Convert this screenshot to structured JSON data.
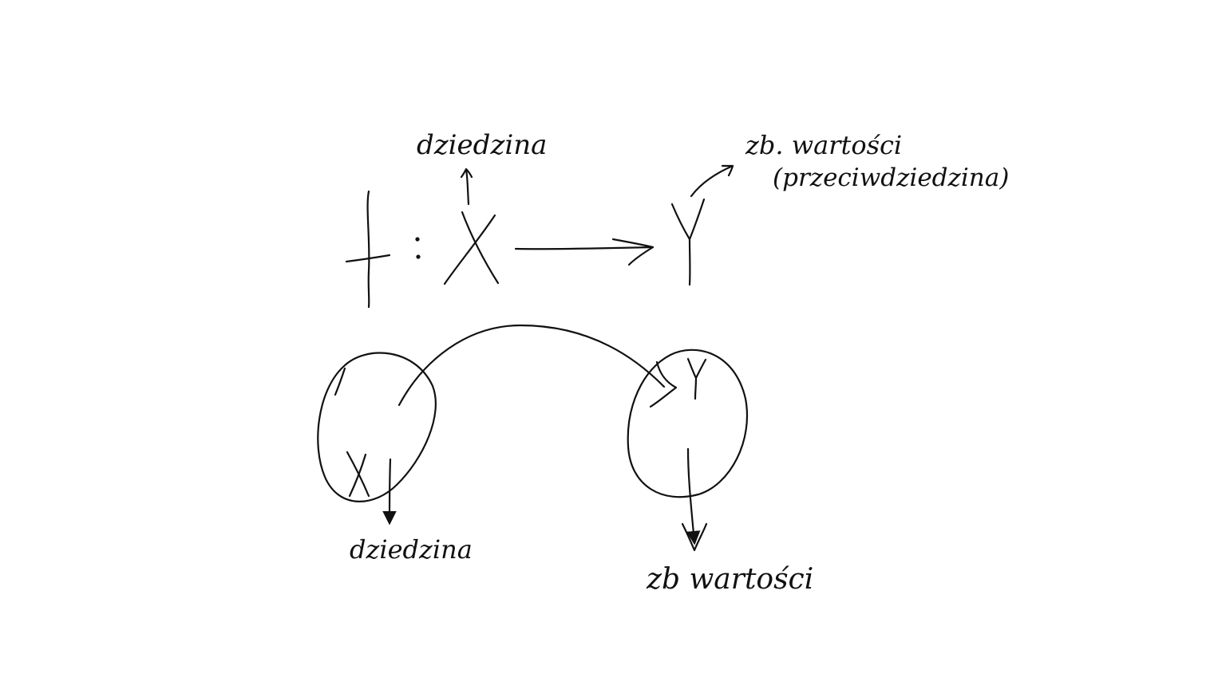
{
  "colors": {
    "ink": "#111111",
    "background": "#ffffff"
  },
  "notation": {
    "function_name": "f",
    "colon": ":",
    "domain_symbol": "X",
    "codomain_symbol": "Y"
  },
  "labels": {
    "domain_top": "dziedzina",
    "codomain_top_line1": "zb. wartości",
    "codomain_top_line2": "(przeciwdziedzina)",
    "domain_bottom": "dziedzina",
    "codomain_bottom": "zb wartości"
  },
  "sets": {
    "left_set_symbol": "X",
    "right_set_symbol": "Y"
  }
}
